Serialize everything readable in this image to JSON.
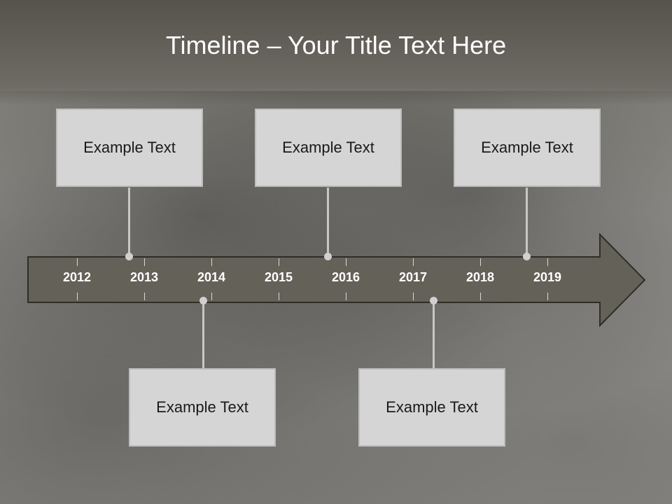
{
  "title": "Timeline – Your Title Text Here",
  "timeline": {
    "years": [
      "2012",
      "2013",
      "2014",
      "2015",
      "2016",
      "2017",
      "2018",
      "2019"
    ],
    "top_items": [
      "Example Text",
      "Example Text",
      "Example Text"
    ],
    "bottom_items": [
      "Example Text",
      "Example Text"
    ]
  },
  "colors": {
    "arrow_fill": "#646158",
    "box_fill": "#d5d5d5",
    "title_text": "#ffffff"
  }
}
